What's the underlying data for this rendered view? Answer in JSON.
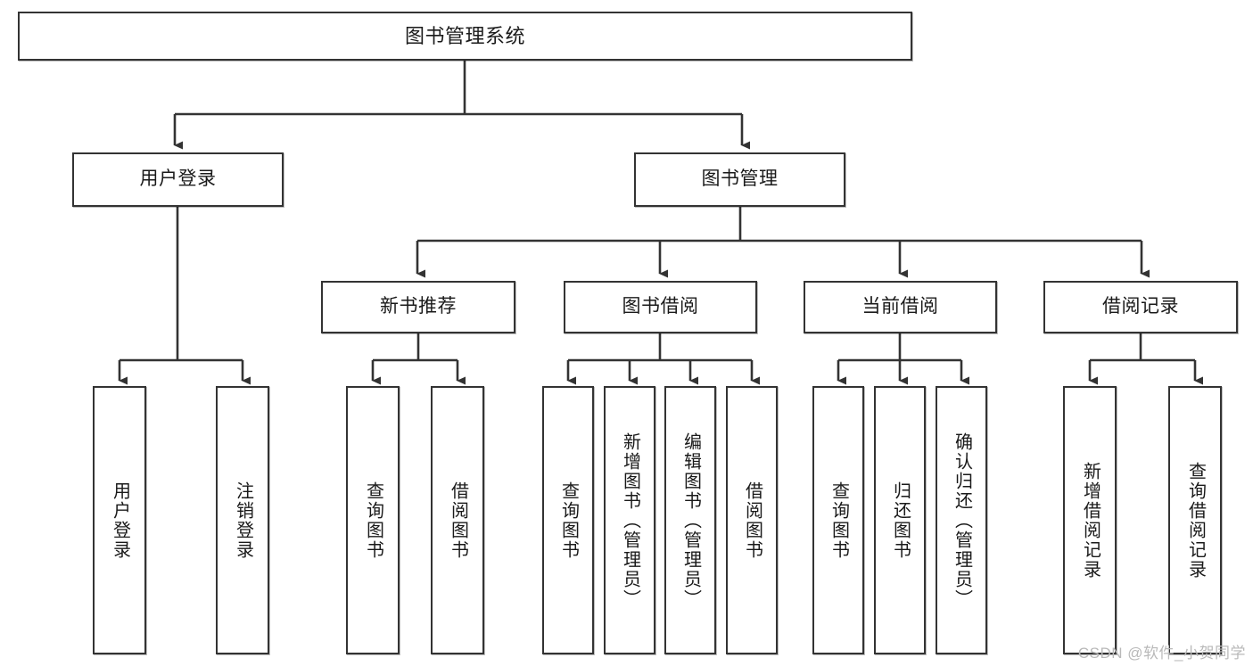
{
  "diagram": {
    "title": "图书管理系统",
    "watermark": "CSDN @软件_小贺同学",
    "line_color": "#333333",
    "box_fill": "#ffffff",
    "text_color": "#1a1a1a",
    "levels": {
      "root": {
        "label": "图书管理系统"
      },
      "level2": [
        {
          "label": "用户登录"
        },
        {
          "label": "图书管理"
        }
      ],
      "level3": [
        {
          "label": "新书推荐"
        },
        {
          "label": "图书借阅"
        },
        {
          "label": "当前借阅"
        },
        {
          "label": "借阅记录"
        }
      ],
      "leaves": {
        "user_login": [
          {
            "label": "用户登录"
          },
          {
            "label": "注销登录"
          }
        ],
        "new_book_rec": [
          {
            "label": "查询图书"
          },
          {
            "label": "借阅图书"
          }
        ],
        "book_borrow": [
          {
            "label": "查询图书"
          },
          {
            "label": "新增图书（管理员）"
          },
          {
            "label": "编辑图书（管理员）"
          },
          {
            "label": "借阅图书"
          }
        ],
        "current_borrow": [
          {
            "label": "查询图书"
          },
          {
            "label": "归还图书"
          },
          {
            "label": "确认归还（管理员）"
          }
        ],
        "borrow_record": [
          {
            "label": "新增借阅记录"
          },
          {
            "label": "查询借阅记录"
          }
        ]
      }
    }
  }
}
